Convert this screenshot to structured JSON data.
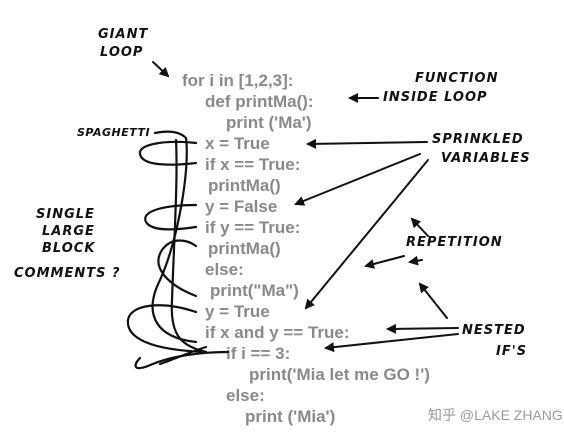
{
  "code_lines": [
    "for i in [1,2,3]:",
    "def printMa():",
    "print ('Ma')",
    "x = True",
    "if x == True:",
    "printMa()",
    "y = False",
    "if y == True:",
    "printMa()",
    "else:",
    "print(\"Ma\")",
    "y = True",
    "if x and y == True:",
    "if i == 3:",
    "print('Mia let me GO !')",
    "else:",
    "print ('Mia')"
  ],
  "annotations": {
    "giant_loop_1": "GIANT",
    "giant_loop_2": "LOOP",
    "function_1": "FUNCTION",
    "function_2": "INSIDE LOOP",
    "spaghetti": "SPAGHETTI",
    "sprinkled_1": "SPRINKLED",
    "sprinkled_2": "VARIABLES",
    "single_1": "SINGLE",
    "single_2": "LARGE",
    "single_3": "BLOCK",
    "comments": "COMMENTS ?",
    "repetition": "REPETITION",
    "nested_1": "NESTED",
    "nested_2": "IF'S"
  },
  "watermark": "知乎 @LAKE ZHANG",
  "colors": {
    "code": "#8a8a8a",
    "ink": "#111111",
    "watermark": "#9a9a9a"
  }
}
